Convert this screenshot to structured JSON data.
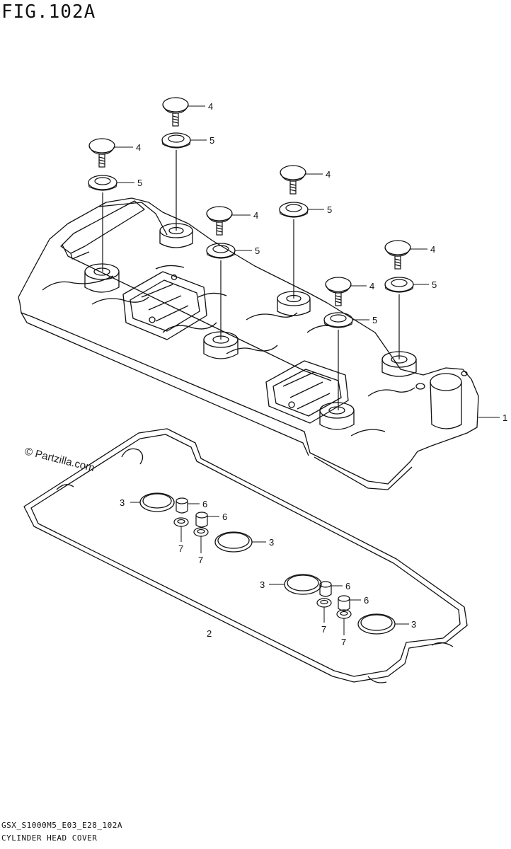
{
  "header": {
    "figure_title": "FIG.102A"
  },
  "watermark": {
    "text": "© Partzilla.com"
  },
  "diagram": {
    "callouts": {
      "c1": "1",
      "c2": "2",
      "c3a": "3",
      "c3b": "3",
      "c3c": "3",
      "c3d": "3",
      "c4a": "4",
      "c4b": "4",
      "c4c": "4",
      "c4d": "4",
      "c4e": "4",
      "c4f": "4",
      "c5a": "5",
      "c5b": "5",
      "c5c": "5",
      "c5d": "5",
      "c5e": "5",
      "c5f": "5",
      "c6a": "6",
      "c6b": "6",
      "c6c": "6",
      "c6d": "6",
      "c7a": "7",
      "c7b": "7",
      "c7c": "7",
      "c7d": "7"
    }
  },
  "footer": {
    "model_code": "GSX_S1000M5_E03_E28_102A",
    "caption": "CYLINDER HEAD COVER"
  }
}
